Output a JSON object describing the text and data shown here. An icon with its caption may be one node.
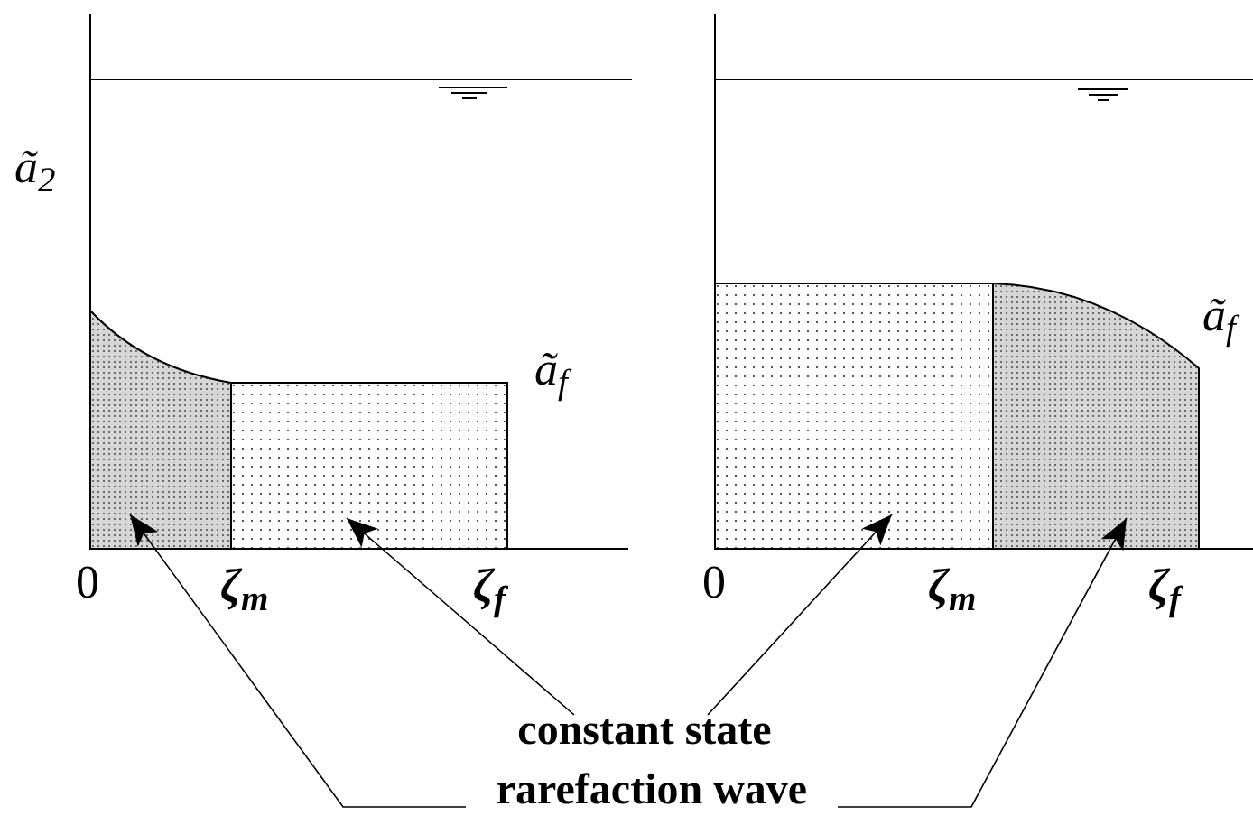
{
  "diagram": {
    "nodes": [
      {
        "text": [
          "constant state"
        ]
      },
      {
        "text": [
          "rarefaction wave"
        ]
      },
      {
        "text": [],
        "shape": "box"
      },
      {
        "text": [],
        "shape": "box"
      },
      {
        "text": [],
        "shape": "box"
      },
      {
        "text": [],
        "shape": "box"
      }
    ],
    "edges": [
      {
        "from": 0,
        "to": 3,
        "arrow": "to"
      },
      {
        "from": 0,
        "to": 4,
        "arrow": "to"
      },
      {
        "from": 1,
        "to": 2,
        "arrow": "to"
      },
      {
        "from": 1,
        "to": 5,
        "arrow": "to"
      }
    ],
    "labels": [
      "ã$_{2}$",
      "ã$_{f}$",
      "0",
      "ζ$_{m}$",
      "ζ$_{f}$",
      "ã$_{f}$",
      "0",
      "ζ$_{m}$",
      "ζ$_{f}$"
    ]
  }
}
